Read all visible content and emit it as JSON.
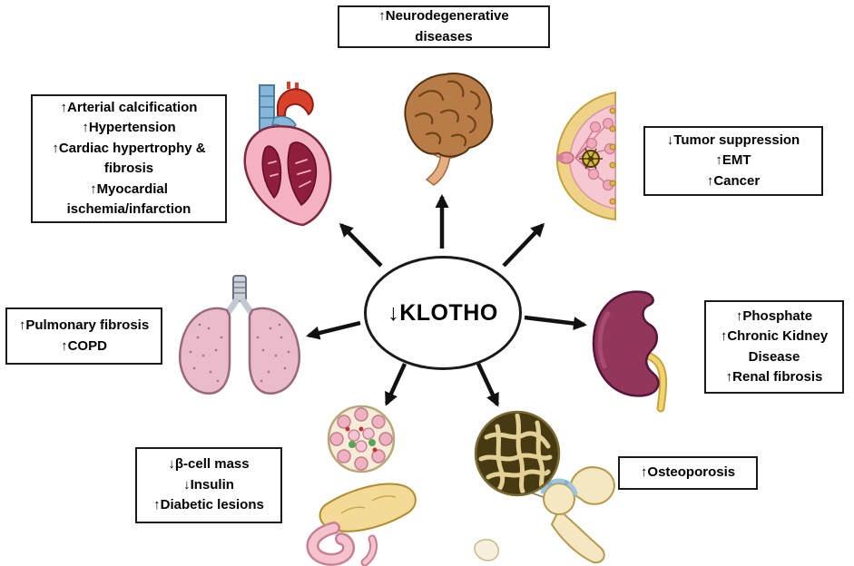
{
  "figure": {
    "center_label": "↓KLOTHO"
  },
  "boxes": {
    "neuro": {
      "text": "↑Neurodegenerative\ndiseases"
    },
    "heart": {
      "text": "↑Arterial calcification\n↑Hypertension\n↑Cardiac hypertrophy &\nfibrosis\n↑Myocardial\nischemia/infarction"
    },
    "breast": {
      "text": "↓Tumor suppression\n↑EMT\n↑Cancer"
    },
    "lung": {
      "text": "↑Pulmonary fibrosis\n↑COPD"
    },
    "kidney": {
      "text": "↑Phosphate\n↑Chronic Kidney\nDisease\n↑Renal fibrosis"
    },
    "pancreas": {
      "text": "↓β-cell mass\n↓Insulin\n↑Diabetic lesions"
    },
    "bone": {
      "text": "↑Osteoporosis"
    }
  },
  "organs": {
    "top": "brain-icon",
    "upper_left": "heart-icon",
    "upper_right": "breast-icon",
    "left": "lung-icon",
    "right": "kidney-icon",
    "lower_left": "pancreas-icon",
    "lower_right": "bone-icon"
  },
  "palette": {
    "outline": "#1a1a1a",
    "brain_brown": "#b97c47",
    "heart_pink": "#f3b1c1",
    "heart_chamber": "#8e1e3c",
    "vessel_blue": "#85b7da",
    "aorta_red": "#d8422c",
    "breast_yellow": "#eed386",
    "breast_pink": "#f6c8d2",
    "lung_pink": "#eabccb",
    "kidney_maroon": "#93365c",
    "pancreas_yellow": "#f3da97",
    "bone_cream": "#f4e7c2"
  }
}
